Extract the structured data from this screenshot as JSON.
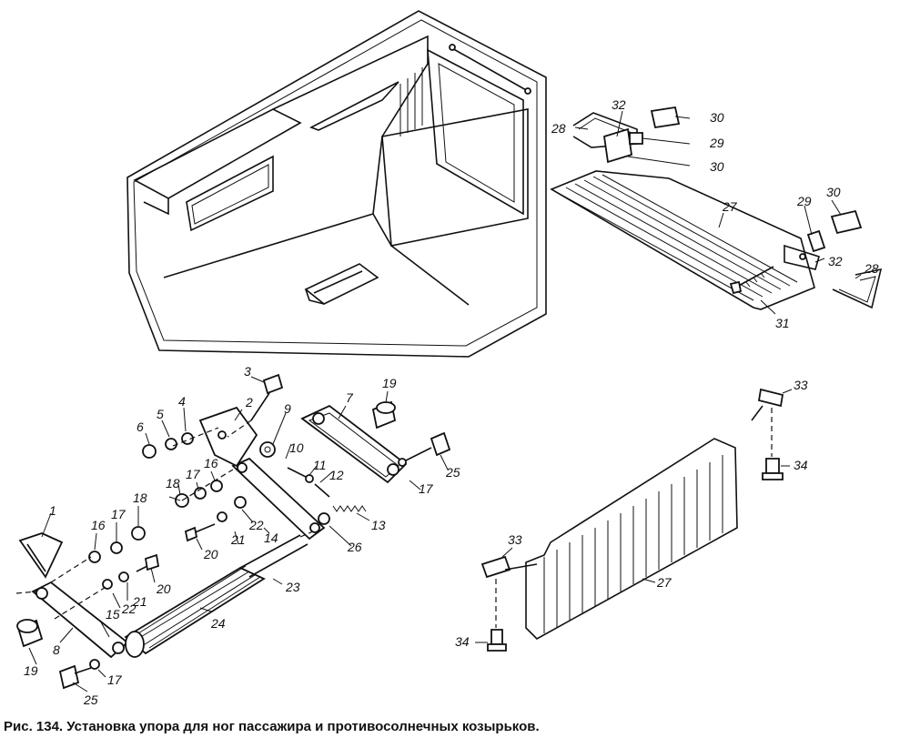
{
  "caption": "Рис. 134. Установка упора для ног пассажира и противосолнечных козырьков.",
  "labels": {
    "l1": "1",
    "l2": "2",
    "l3": "3",
    "l4": "4",
    "l5": "5",
    "l6": "6",
    "l7": "7",
    "l8": "8",
    "l9": "9",
    "l10": "10",
    "l11": "11",
    "l12": "12",
    "l13": "13",
    "l14": "14",
    "l15": "15",
    "l16a": "16",
    "l16b": "16",
    "l17a": "17",
    "l17b": "17",
    "l17c": "17",
    "l17d": "17",
    "l18a": "18",
    "l18b": "18",
    "l19a": "19",
    "l19b": "19",
    "l20a": "20",
    "l20b": "20",
    "l21a": "21",
    "l21b": "21",
    "l22a": "22",
    "l22b": "22",
    "l23": "23",
    "l24": "24",
    "l25a": "25",
    "l25b": "25",
    "l26": "26",
    "l27a": "27",
    "l27b": "27",
    "l28a": "28",
    "l28b": "28",
    "l29a": "29",
    "l29b": "29",
    "l30a": "30",
    "l30b": "30",
    "l30c": "30",
    "l31": "31",
    "l32a": "32",
    "l32b": "32",
    "l33a": "33",
    "l33b": "33",
    "l34a": "34",
    "l34b": "34"
  }
}
